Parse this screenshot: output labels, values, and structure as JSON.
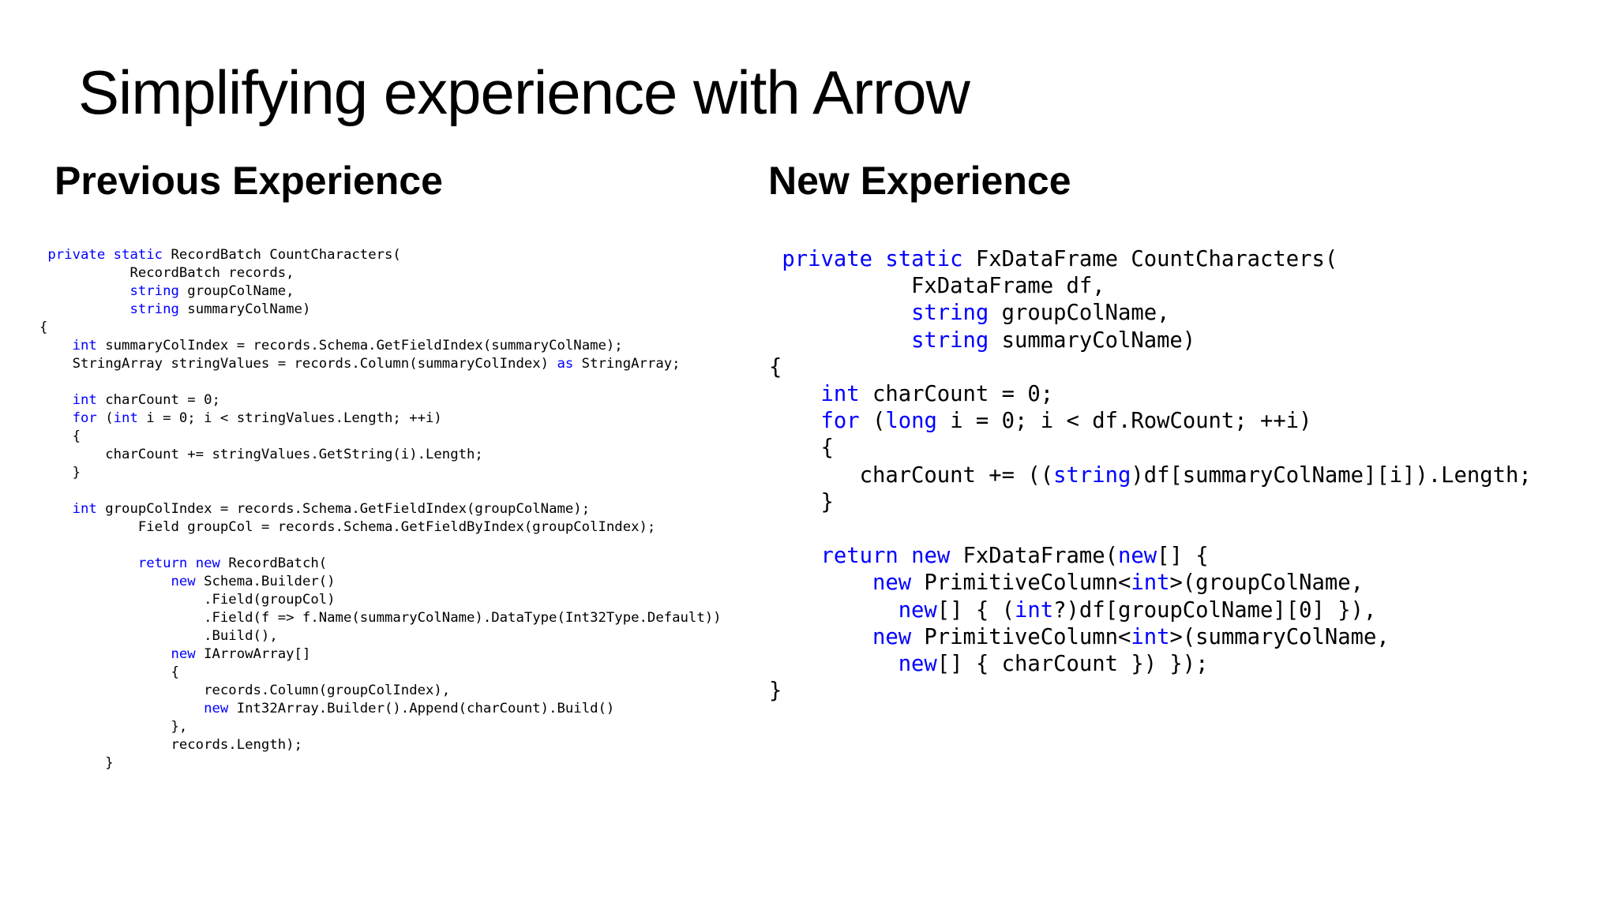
{
  "slide": {
    "title": "Simplifying experience with Arrow"
  },
  "previous": {
    "heading": "Previous Experience",
    "code_lines": [
      [
        {
          "t": " "
        },
        {
          "t": "private",
          "kw": true
        },
        {
          "t": " "
        },
        {
          "t": "static",
          "kw": true
        },
        {
          "t": " RecordBatch CountCharacters("
        }
      ],
      [
        {
          "t": "           RecordBatch records,"
        }
      ],
      [
        {
          "t": "           "
        },
        {
          "t": "string",
          "kw": true
        },
        {
          "t": " groupColName,"
        }
      ],
      [
        {
          "t": "           "
        },
        {
          "t": "string",
          "kw": true
        },
        {
          "t": " summaryColName)"
        }
      ],
      [
        {
          "t": "{"
        }
      ],
      [
        {
          "t": "    "
        },
        {
          "t": "int",
          "kw": true
        },
        {
          "t": " summaryColIndex = records.Schema.GetFieldIndex(summaryColName);"
        }
      ],
      [
        {
          "t": "    StringArray stringValues = records.Column(summaryColIndex) "
        },
        {
          "t": "as",
          "kw": true
        },
        {
          "t": " StringArray;"
        }
      ],
      [
        {
          "t": ""
        }
      ],
      [
        {
          "t": "    "
        },
        {
          "t": "int",
          "kw": true
        },
        {
          "t": " charCount = 0;"
        }
      ],
      [
        {
          "t": "    "
        },
        {
          "t": "for",
          "kw": true
        },
        {
          "t": " ("
        },
        {
          "t": "int",
          "kw": true
        },
        {
          "t": " i = 0; i < stringValues.Length; ++i)"
        }
      ],
      [
        {
          "t": "    {"
        }
      ],
      [
        {
          "t": "        charCount += stringValues.GetString(i).Length;"
        }
      ],
      [
        {
          "t": "    }"
        }
      ],
      [
        {
          "t": ""
        }
      ],
      [
        {
          "t": "    "
        },
        {
          "t": "int",
          "kw": true
        },
        {
          "t": " groupColIndex = records.Schema.GetFieldIndex(groupColName);"
        }
      ],
      [
        {
          "t": "            Field groupCol = records.Schema.GetFieldByIndex(groupColIndex);"
        }
      ],
      [
        {
          "t": ""
        }
      ],
      [
        {
          "t": "            "
        },
        {
          "t": "return",
          "kw": true
        },
        {
          "t": " "
        },
        {
          "t": "new",
          "kw": true
        },
        {
          "t": " RecordBatch("
        }
      ],
      [
        {
          "t": "                "
        },
        {
          "t": "new",
          "kw": true
        },
        {
          "t": " Schema.Builder()"
        }
      ],
      [
        {
          "t": "                    .Field(groupCol)"
        }
      ],
      [
        {
          "t": "                    .Field(f => f.Name(summaryColName).DataType(Int32Type.Default))"
        }
      ],
      [
        {
          "t": "                    .Build(),"
        }
      ],
      [
        {
          "t": "                "
        },
        {
          "t": "new",
          "kw": true
        },
        {
          "t": " IArrowArray[]"
        }
      ],
      [
        {
          "t": "                {"
        }
      ],
      [
        {
          "t": "                    records.Column(groupColIndex),"
        }
      ],
      [
        {
          "t": "                    "
        },
        {
          "t": "new",
          "kw": true
        },
        {
          "t": " Int32Array.Builder().Append(charCount).Build()"
        }
      ],
      [
        {
          "t": "                },"
        }
      ],
      [
        {
          "t": "                records.Length);"
        }
      ],
      [
        {
          "t": "        }"
        }
      ]
    ]
  },
  "new": {
    "heading": "New Experience",
    "code_lines": [
      [
        {
          "t": " "
        },
        {
          "t": "private",
          "kw": true
        },
        {
          "t": " "
        },
        {
          "t": "static",
          "kw": true
        },
        {
          "t": " FxDataFrame CountCharacters("
        }
      ],
      [
        {
          "t": "           FxDataFrame df,"
        }
      ],
      [
        {
          "t": "           "
        },
        {
          "t": "string",
          "kw": true
        },
        {
          "t": " groupColName,"
        }
      ],
      [
        {
          "t": "           "
        },
        {
          "t": "string",
          "kw": true
        },
        {
          "t": " summaryColName)"
        }
      ],
      [
        {
          "t": "{"
        }
      ],
      [
        {
          "t": "    "
        },
        {
          "t": "int",
          "kw": true
        },
        {
          "t": " charCount = 0;"
        }
      ],
      [
        {
          "t": "    "
        },
        {
          "t": "for",
          "kw": true
        },
        {
          "t": " ("
        },
        {
          "t": "long",
          "kw": true
        },
        {
          "t": " i = 0; i < df.RowCount; ++i)"
        }
      ],
      [
        {
          "t": "    {"
        }
      ],
      [
        {
          "t": "       charCount += (("
        },
        {
          "t": "string",
          "kw": true
        },
        {
          "t": ")df[summaryColName][i]).Length;"
        }
      ],
      [
        {
          "t": "    }"
        }
      ],
      [
        {
          "t": ""
        }
      ],
      [
        {
          "t": "    "
        },
        {
          "t": "return",
          "kw": true
        },
        {
          "t": " "
        },
        {
          "t": "new",
          "kw": true
        },
        {
          "t": " FxDataFrame("
        },
        {
          "t": "new",
          "kw": true
        },
        {
          "t": "[] {"
        }
      ],
      [
        {
          "t": "        "
        },
        {
          "t": "new",
          "kw": true
        },
        {
          "t": " PrimitiveColumn<"
        },
        {
          "t": "int",
          "kw": true
        },
        {
          "t": ">(groupColName,"
        }
      ],
      [
        {
          "t": "          "
        },
        {
          "t": "new",
          "kw": true
        },
        {
          "t": "[] { ("
        },
        {
          "t": "int",
          "kw": true
        },
        {
          "t": "?)df[groupColName][0] }),"
        }
      ],
      [
        {
          "t": "        "
        },
        {
          "t": "new",
          "kw": true
        },
        {
          "t": " PrimitiveColumn<"
        },
        {
          "t": "int",
          "kw": true
        },
        {
          "t": ">(summaryColName,"
        }
      ],
      [
        {
          "t": "          "
        },
        {
          "t": "new",
          "kw": true
        },
        {
          "t": "[] { charCount }) });"
        }
      ],
      [
        {
          "t": "}"
        }
      ]
    ]
  },
  "colors": {
    "keyword": "#0000ff",
    "text": "#000000",
    "background": "#ffffff"
  }
}
